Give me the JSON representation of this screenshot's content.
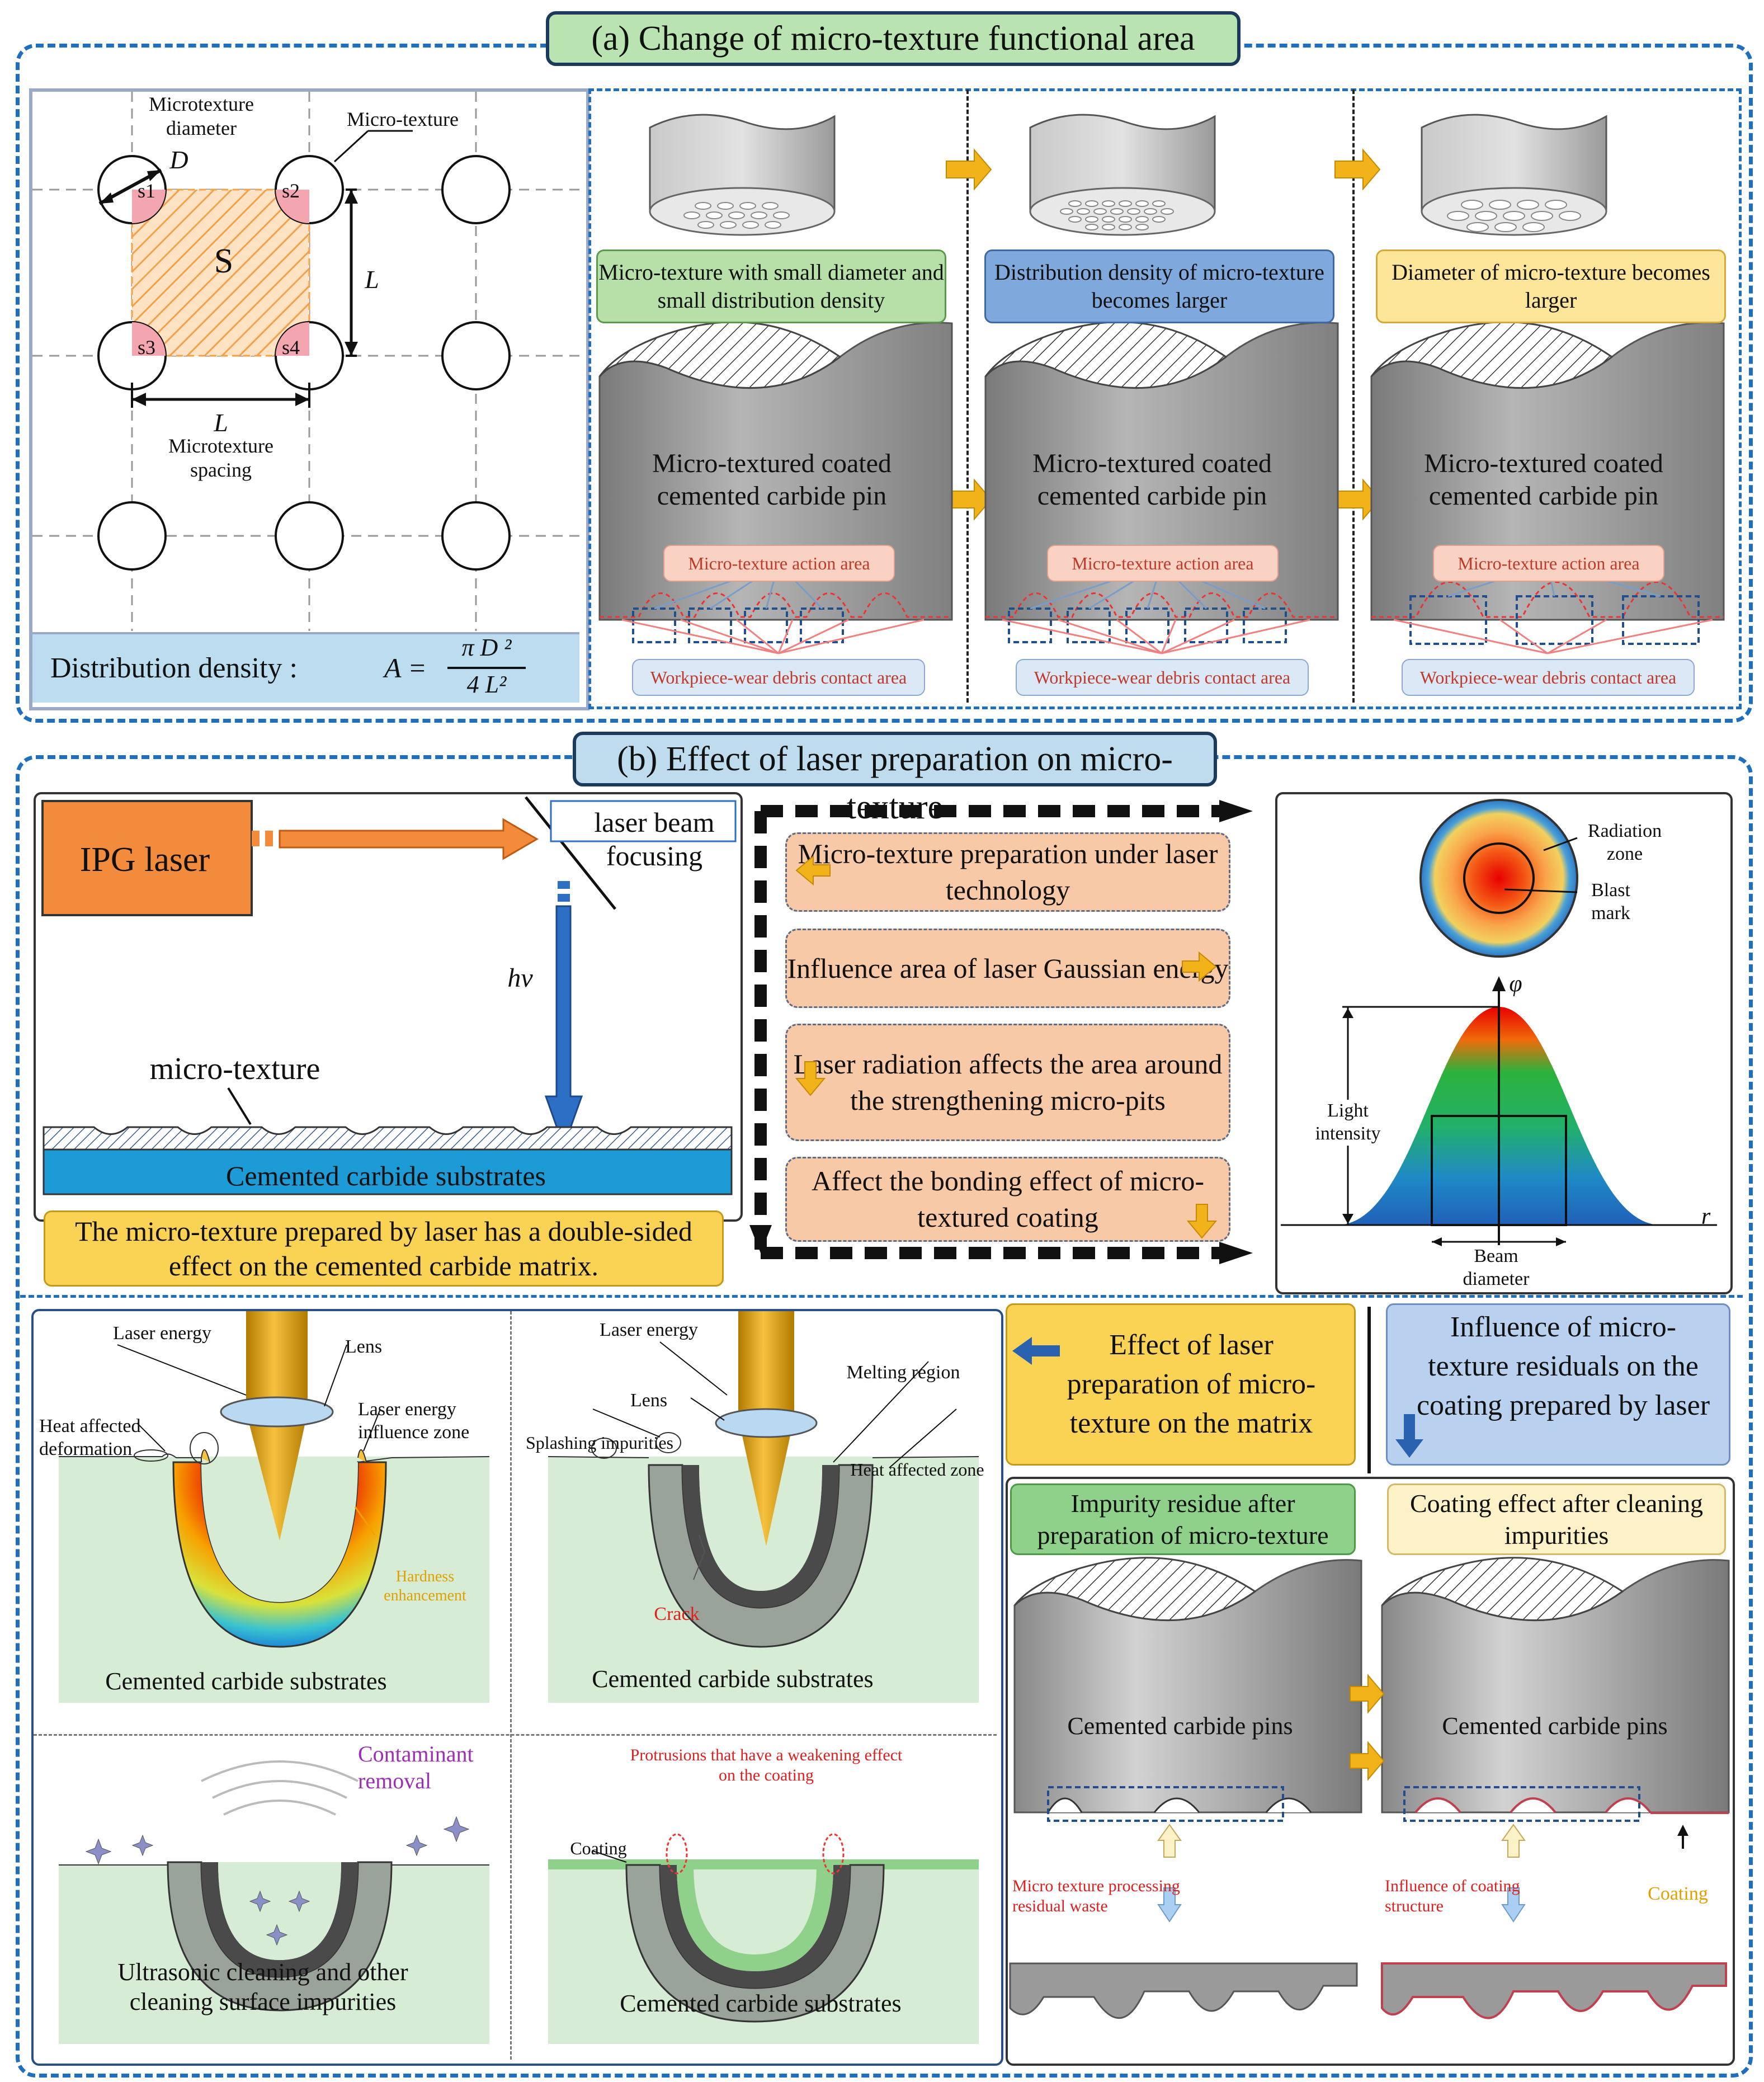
{
  "section_a": {
    "title": "(a)  Change of micro-texture functional area",
    "grid": {
      "diameter_label": "Microtexture diameter",
      "d_symbol": "D",
      "microtexture_label": "Micro-texture",
      "s_label": "S",
      "s1": "s1",
      "s2": "s2",
      "s3": "s3",
      "s4": "s4",
      "l_symbol": "L",
      "spacing_label": "Microtexture spacing",
      "density_prefix": "Distribution density :",
      "density_formula_lhs": "A  =",
      "density_numerator": "π D ²",
      "density_denominator": "4 L²"
    },
    "stages": [
      {
        "caption": "Micro-texture with small diameter and small distribution density",
        "caption_color": "#b6e0a8"
      },
      {
        "caption": "Distribution density of micro-texture becomes larger",
        "caption_color": "#7fa8dc"
      },
      {
        "caption": "Diameter of micro-texture becomes larger",
        "caption_color": "#fde59a"
      }
    ],
    "pin_label": "Micro-textured coated cemented carbide pin",
    "action_area": "Micro-texture action area",
    "contact_area": "Workpiece-wear debris contact area"
  },
  "section_b": {
    "title": "(b)  Effect of laser preparation on micro-texture",
    "laser": {
      "ipg": "IPG laser",
      "focusing": "laser beam focusing",
      "hv": "hv",
      "micro_texture": "micro-texture",
      "substrate": "Cemented carbide substrates",
      "note": "The micro-texture prepared by laser has a double-sided effect on the cemented carbide matrix."
    },
    "flow": [
      "Micro-texture preparation under laser technology",
      "Influence area of laser Gaussian energy",
      "Laser radiation affects the area around the strengthening micro-pits",
      "Affect the bonding effect of micro-textured coating"
    ],
    "gauss": {
      "radiation_zone": "Radiation zone",
      "blast_mark": "Blast mark",
      "phi": "φ",
      "light_intensity": "Light intensity",
      "r": "r",
      "beam_diameter": "Beam diameter"
    },
    "matrix_panel": {
      "p1": {
        "laser_energy": "Laser energy",
        "lens": "Lens",
        "heat_affected": "Heat affected deformation",
        "influence_zone": "Laser energy influence zone",
        "hardness": "Hardness enhancement",
        "caption": "Cemented carbide substrates"
      },
      "p2": {
        "laser_energy": "Laser energy",
        "lens": "Lens",
        "melting": "Melting region",
        "splashing": "Splashing impurities",
        "heat_zone": "Heat affected zone",
        "crack": "Crack",
        "caption": "Cemented carbide substrates"
      },
      "p3": {
        "contaminant": "Contaminant removal",
        "caption": "Ultrasonic cleaning and other cleaning surface impurities"
      },
      "p4": {
        "protrusions": "Protrusions that have a weakening effect on the coating",
        "coating": "Coating",
        "caption": "Cemented carbide substrates"
      }
    },
    "effect_matrix": "Effect of laser preparation of micro-texture on the matrix",
    "influence_residual": "Influence of micro-texture residuals on the coating prepared by  laser",
    "residue": {
      "left_title": "Impurity residue after preparation of micro-texture",
      "right_title": "Coating effect after cleaning impurities",
      "pin": "Cemented carbide pins",
      "residual_waste": "Micro texture processing residual waste",
      "influence_coating": "Influence of coating structure",
      "coating": "Coating"
    }
  },
  "colors": {
    "dash_blue": "#1f6fbf",
    "orange": "#f2b21a",
    "pink": "#f4a6b0",
    "substrate_green": "#d6ecd4"
  }
}
